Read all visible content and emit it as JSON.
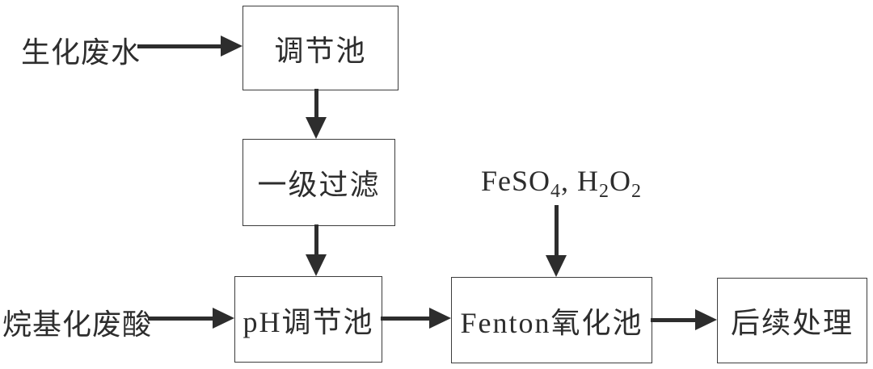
{
  "diagram": {
    "type": "process-flowchart",
    "ink_color": "#2d2d2d",
    "background_color": "#ffffff"
  },
  "nodes": {
    "regulating_tank": "调节池",
    "primary_filtration": "一级过滤",
    "ph_adjust_tank": "pH调节池",
    "fenton_tank": "Fenton氧化池",
    "subsequent_treatment": "后续处理"
  },
  "inputs": {
    "biochemical_wastewater": "生化废水",
    "alkylation_waste_acid": "烷基化废酸"
  },
  "reagent_label": {
    "p1": "FeSO",
    "s1": "4",
    "p2": ", H",
    "s2": "2",
    "p3": "O",
    "s3": "2"
  },
  "edges": [
    {
      "from": "生化废水",
      "to": "调节池"
    },
    {
      "from": "调节池",
      "to": "一级过滤"
    },
    {
      "from": "一级过滤",
      "to": "pH调节池"
    },
    {
      "from": "烷基化废酸",
      "to": "pH调节池"
    },
    {
      "from": "FeSO4, H2O2",
      "to": "Fenton氧化池"
    },
    {
      "from": "pH调节池",
      "to": "Fenton氧化池"
    },
    {
      "from": "Fenton氧化池",
      "to": "后续处理"
    }
  ]
}
